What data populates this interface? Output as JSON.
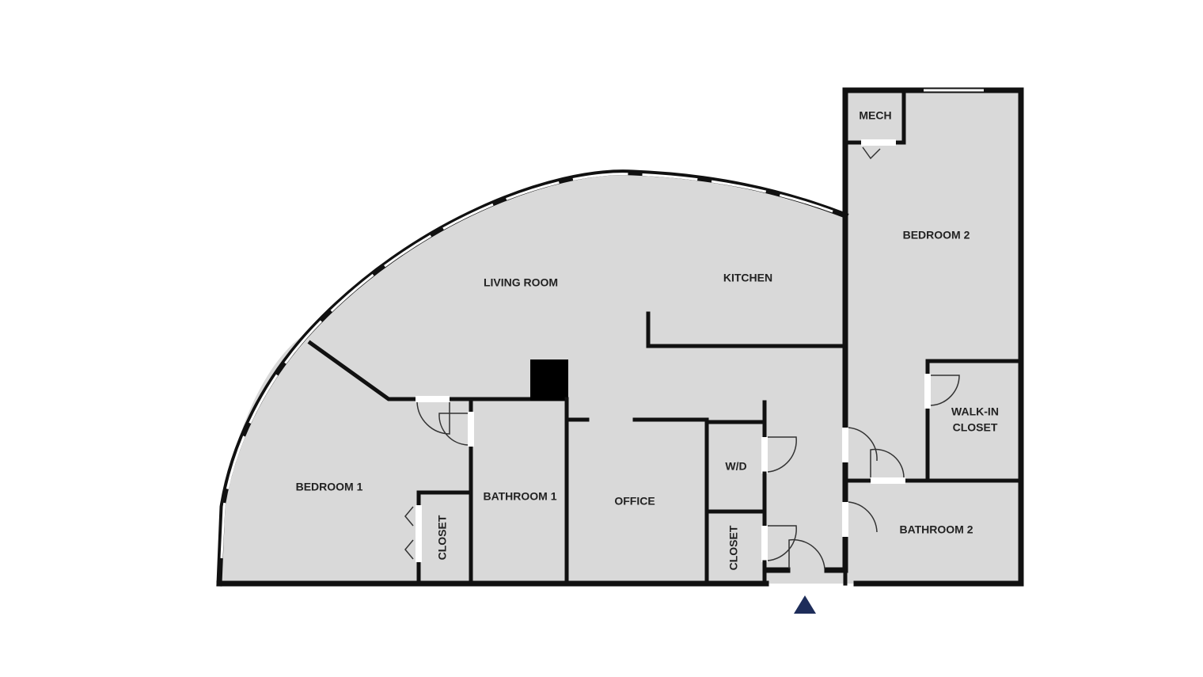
{
  "rooms": {
    "mech": "MECH",
    "bedroom2": "BEDROOM 2",
    "living_room": "LIVING ROOM",
    "kitchen": "KITCHEN",
    "walk_in_closet_line1": "WALK-IN",
    "walk_in_closet_line2": "CLOSET",
    "bedroom1": "BEDROOM 1",
    "bathroom1": "BATHROOM 1",
    "office": "OFFICE",
    "wd": "W/D",
    "closet_bedroom1": "CLOSET",
    "closet_hall": "CLOSET",
    "bathroom2": "BATHROOM 2"
  },
  "colors": {
    "floor": "#d9d9d9",
    "wall": "#111111",
    "entry_marker": "#1e2d5a"
  },
  "icons": {
    "entry": "entry-triangle-icon"
  }
}
